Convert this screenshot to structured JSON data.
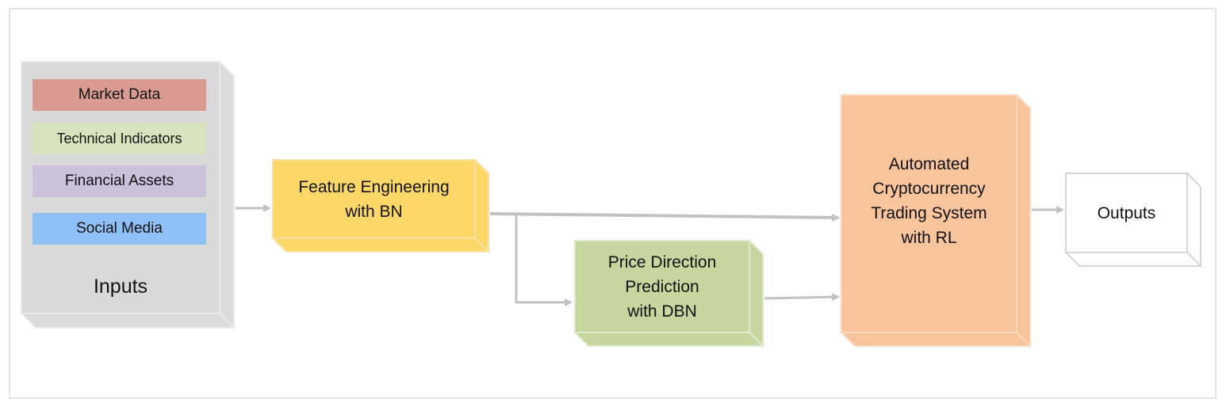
{
  "inputs": {
    "title": "Inputs",
    "items": [
      {
        "label": "Market Data",
        "color": "#d99a92"
      },
      {
        "label": "Technical Indicators",
        "color": "#d6e3bd"
      },
      {
        "label": "Financial Assets",
        "color": "#cbc1db"
      },
      {
        "label": "Social Media",
        "color": "#8ec0f5"
      }
    ]
  },
  "feature": {
    "line1": "Feature Engineering",
    "line2": "with BN",
    "color": "#fdd868"
  },
  "prediction": {
    "line1": "Price Direction",
    "line2": "Prediction",
    "line3": "with DBN",
    "color": "#c5d69e"
  },
  "trading": {
    "line1": "Automated",
    "line2": "Cryptocurrency",
    "line3": "Trading System",
    "line4": "with RL",
    "color": "#f8c49c"
  },
  "outputs": {
    "label": "Outputs",
    "color": "#ffffff"
  },
  "colors": {
    "arrow": "#c2c2c2",
    "inputs_panel": "#d9d9d9"
  }
}
